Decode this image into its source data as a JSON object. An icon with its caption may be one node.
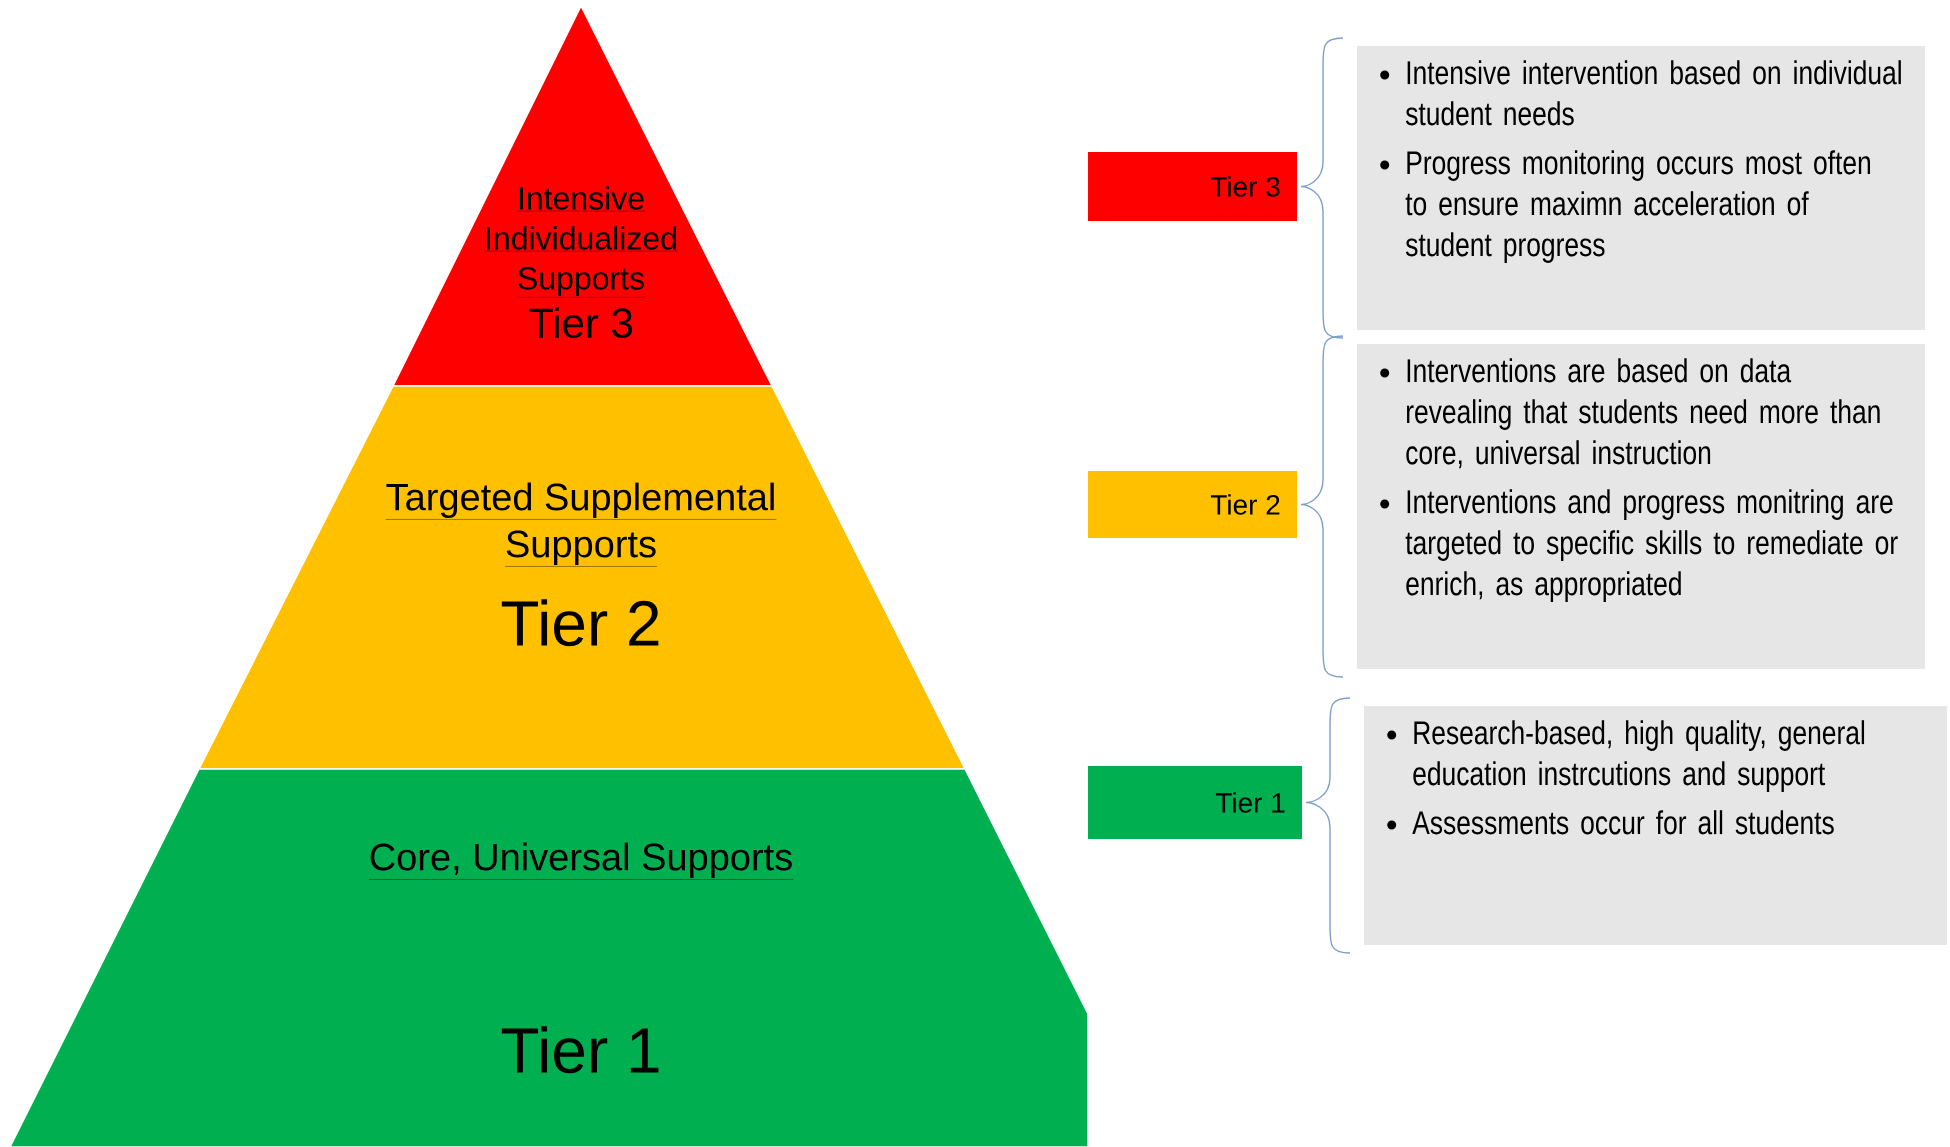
{
  "diagram": {
    "nodes": [
      {
        "text": [
          "Intensive Individualized Supports",
          "Tier 3"
        ]
      },
      {
        "text": [
          "Targeted Supplemental Supports",
          "Tier 2"
        ]
      },
      {
        "text": [
          "Core, Universal Supports",
          "Tier 1"
        ]
      },
      {
        "text": [
          "Tier 3"
        ]
      },
      {
        "text": [
          "Tier 2"
        ]
      },
      {
        "text": [
          "Tier 1"
        ]
      },
      {
        "text": [
          "Intensive intervention based on individual student needs",
          "Progress monitoring occurs most often to ensure maximn acceleration of student progress"
        ]
      },
      {
        "text": [
          "Interventions are based on data revealing that students need more than core, universal instruction",
          "Interventions and progress monitring are targeted to specific skills to remediate or enrich, as appropriated"
        ]
      },
      {
        "text": [
          "Research-based,  high quality, general education instrcutions and support",
          "Assessments occur for all students"
        ]
      }
    ]
  }
}
